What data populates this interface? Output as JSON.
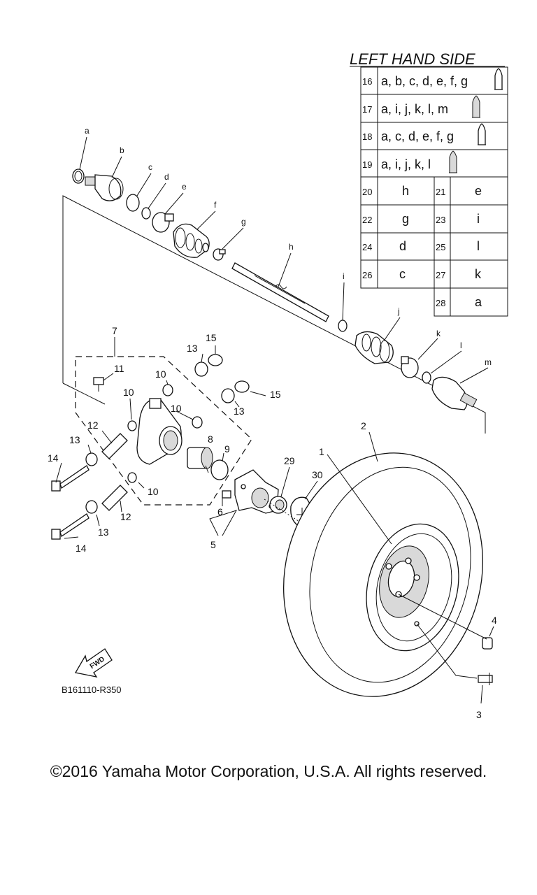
{
  "table": {
    "title": "LEFT HAND SIDE",
    "wide_rows": [
      {
        "num": "16",
        "text": "a, b, c, d, e, f, g",
        "icon": "grease-tube-icon"
      },
      {
        "num": "17",
        "text": "a, i, j, k, l, m",
        "icon": "grease-tube-icon"
      },
      {
        "num": "18",
        "text": "a, c, d, e, f, g",
        "icon": "grease-tube-icon"
      },
      {
        "num": "19",
        "text": "a, i, j, k, l",
        "icon": "grease-tube-icon"
      }
    ],
    "pair_rows": [
      {
        "n1": "20",
        "t1": "h",
        "n2": "21",
        "t2": "e"
      },
      {
        "n1": "22",
        "t1": "g",
        "n2": "23",
        "t2": "i"
      },
      {
        "n1": "24",
        "t1": "d",
        "n2": "25",
        "t2": "l"
      },
      {
        "n1": "26",
        "t1": "c",
        "n2": "27",
        "t2": "k"
      }
    ],
    "last_row": {
      "num": "28",
      "text": "a"
    }
  },
  "letter_labels": [
    "a",
    "b",
    "c",
    "d",
    "e",
    "f",
    "g",
    "h",
    "i",
    "j",
    "k",
    "l",
    "m"
  ],
  "number_labels": [
    "1",
    "2",
    "3",
    "4",
    "5",
    "6",
    "7",
    "8",
    "9",
    "10",
    "11",
    "12",
    "13",
    "14",
    "15",
    "29",
    "30"
  ],
  "fwd_badge": "FWD",
  "diagram_code": "B161110-R350",
  "copyright": "©2016 Yamaha Motor Corporation, U.S.A. All rights reserved."
}
